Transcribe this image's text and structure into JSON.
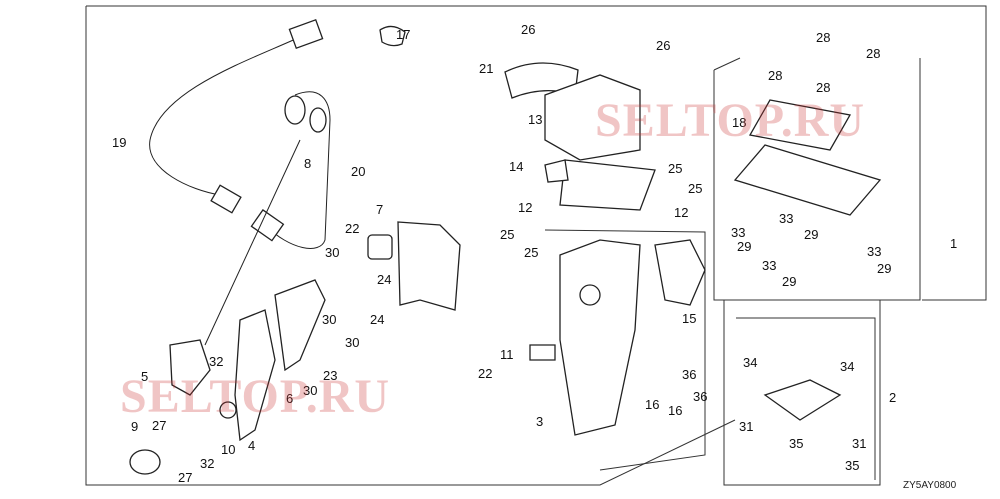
{
  "diagram": {
    "callouts": [
      "17",
      "26",
      "26",
      "28",
      "28",
      "28",
      "28",
      "21",
      "13",
      "18",
      "19",
      "8",
      "20",
      "14",
      "25",
      "25",
      "12",
      "12",
      "22",
      "7",
      "25",
      "25",
      "1",
      "33",
      "33",
      "29",
      "29",
      "33",
      "33",
      "29",
      "29",
      "30",
      "24",
      "24",
      "30",
      "30",
      "15",
      "11",
      "22",
      "5",
      "32",
      "23",
      "30",
      "6",
      "36",
      "36",
      "16",
      "16",
      "3",
      "34",
      "34",
      "2",
      "31",
      "35",
      "31",
      "35",
      "9",
      "27",
      "27",
      "10",
      "4",
      "32"
    ],
    "diagram_code": "ZY5AY0800",
    "watermarks": [
      "SELTOP.RU",
      "SELTOP.RU"
    ]
  }
}
